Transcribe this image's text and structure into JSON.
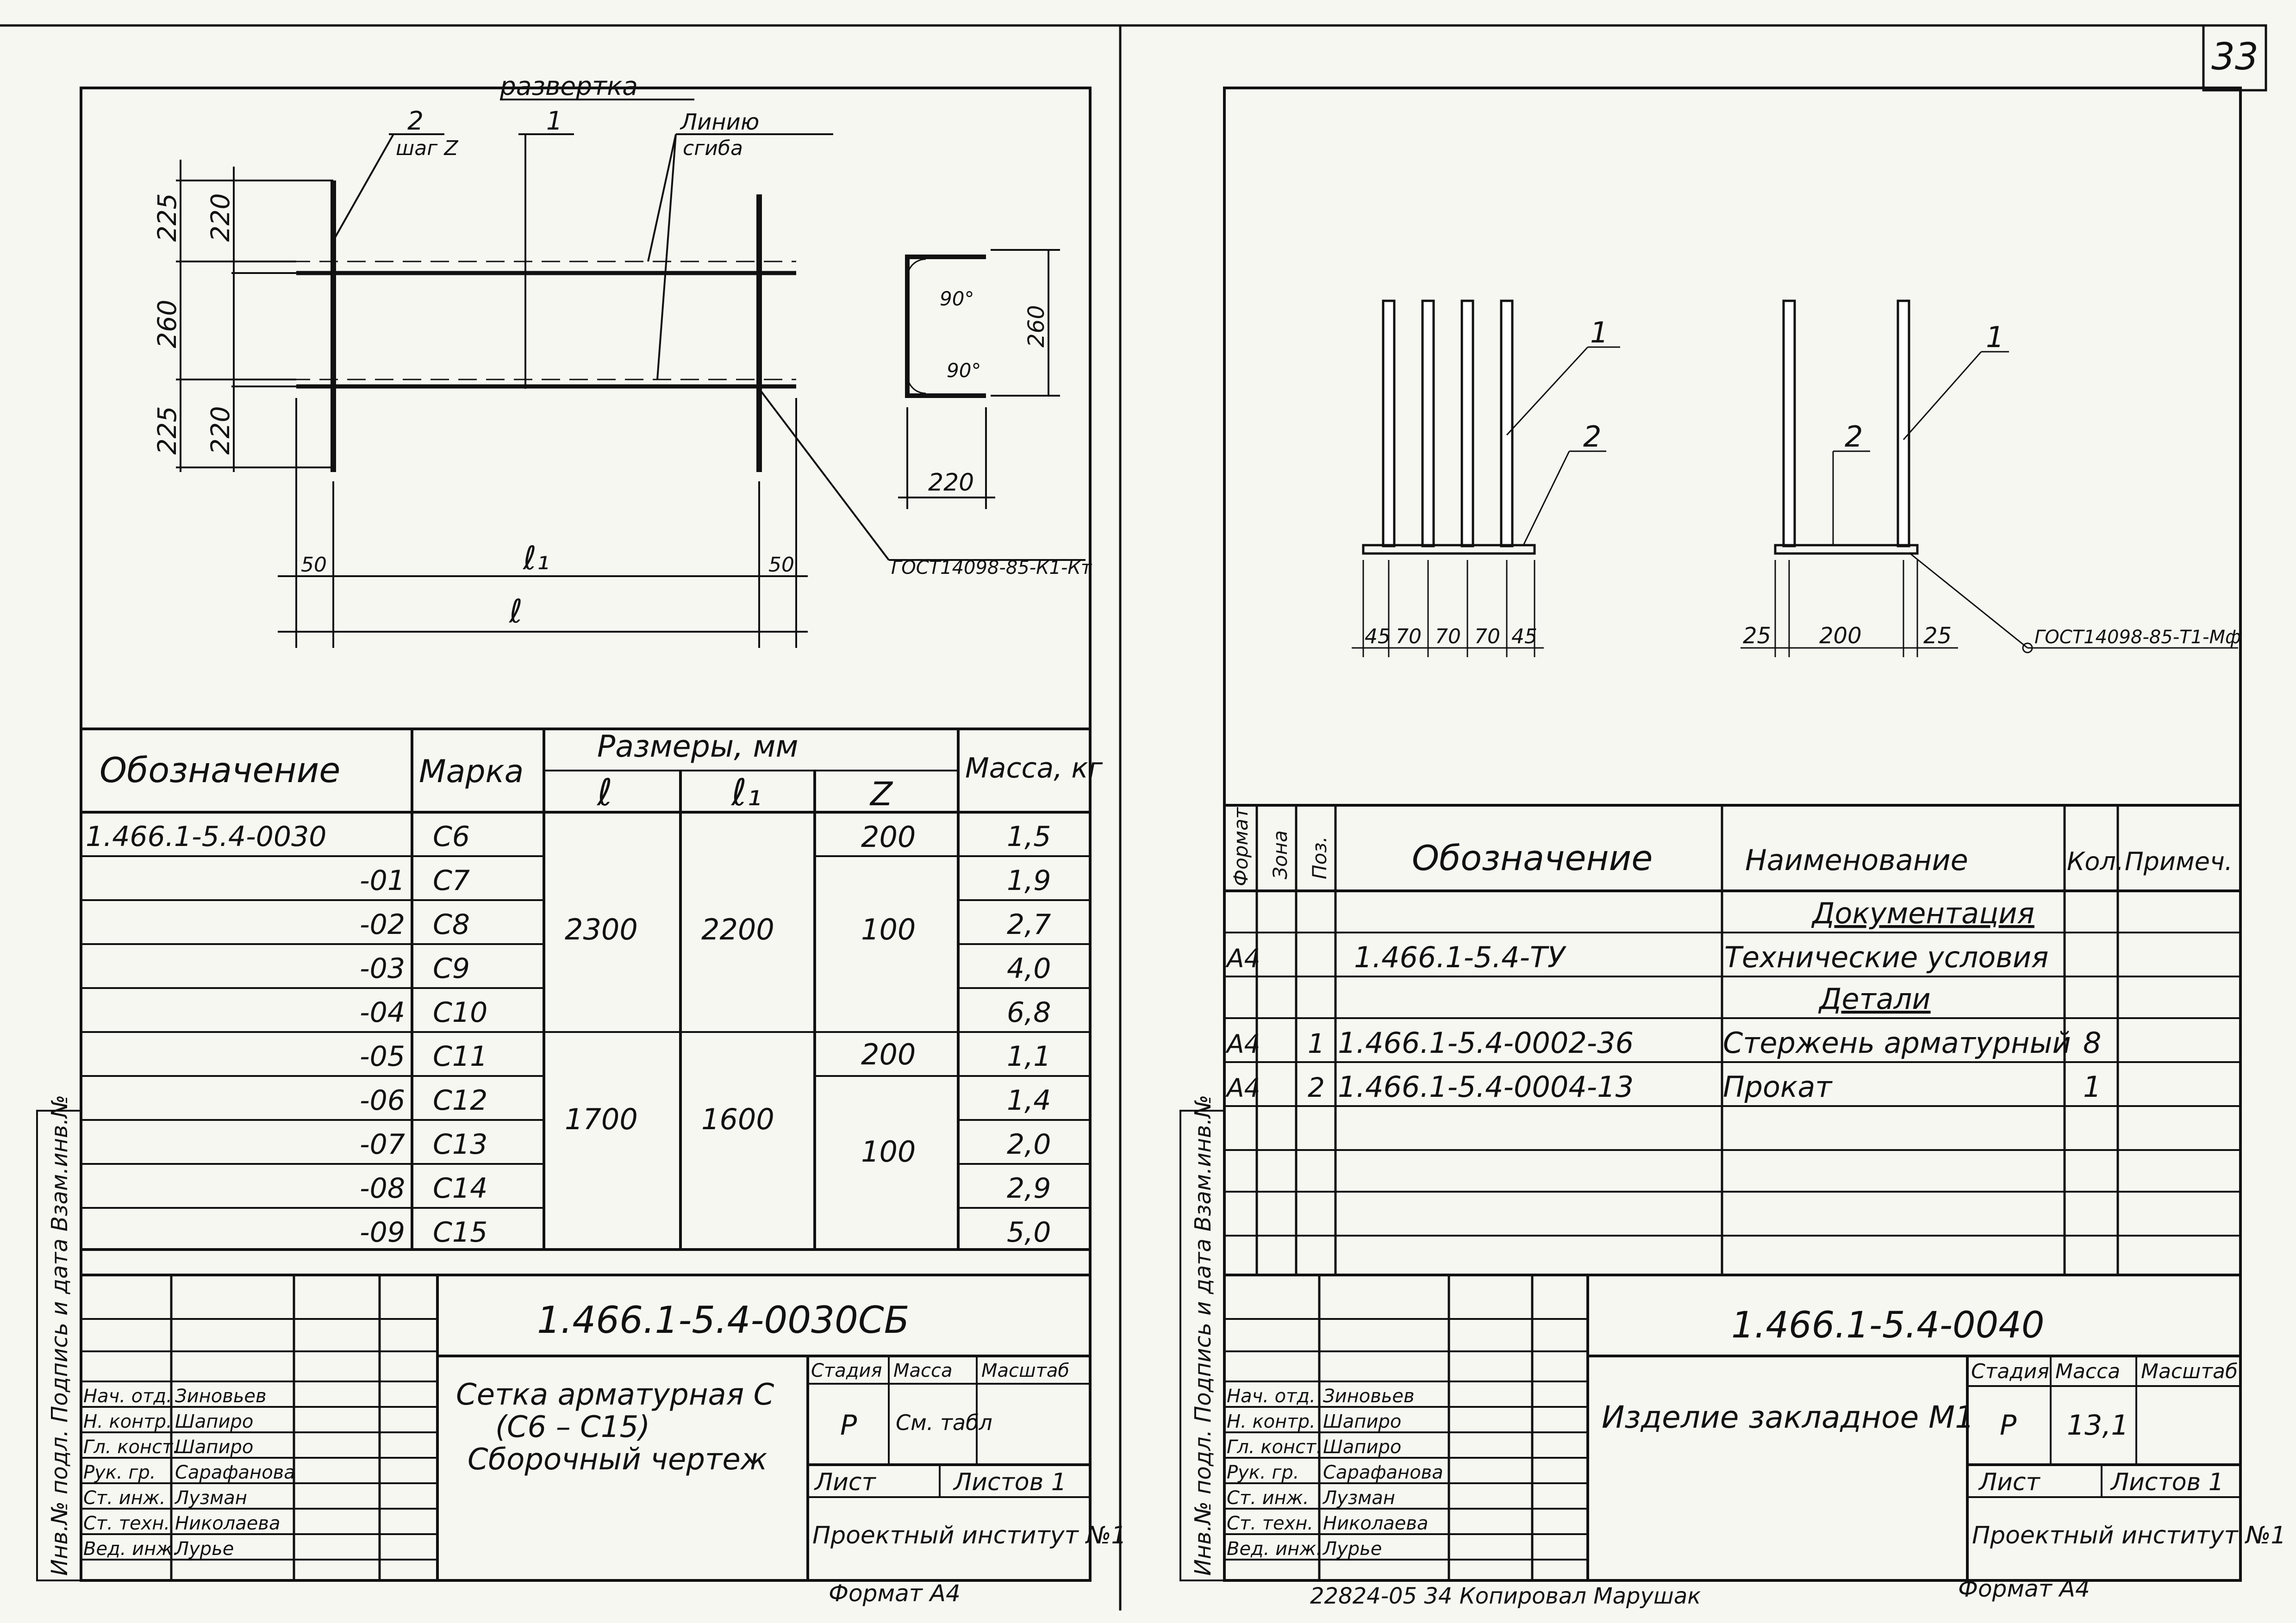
{
  "page_number": "33",
  "left": {
    "drawing": {
      "unfold_label": "развертка",
      "bend_line_label_1": "Линию",
      "bend_line_label_2": "сгиба",
      "pos1": "1",
      "pos2": "2",
      "step_label": "шаг Z",
      "dim_225_top": "225",
      "dim_220_top": "220",
      "dim_260": "260",
      "dim_225_bot": "225",
      "dim_220_bot": "220",
      "dim_50_left": "50",
      "dim_50_right": "50",
      "l1": "ℓ₁",
      "l": "ℓ",
      "weld_gost": "ГОСТ14098-85-К1-Кт",
      "profile_angle_1": "90°",
      "profile_angle_2": "90°",
      "profile_260": "260",
      "profile_220": "220"
    },
    "table": {
      "h_designation": "Обозначение",
      "h_mark": "Марка",
      "h_sizes": "Размеры, мм",
      "h_l": "ℓ",
      "h_l1": "ℓ₁",
      "h_z": "Z",
      "h_mass": "Масса, кг",
      "rows": [
        {
          "designation": "1.466.1-5.4-0030",
          "mark": "С6",
          "mass": "1,5"
        },
        {
          "designation": "-01",
          "mark": "С7",
          "mass": "1,9"
        },
        {
          "designation": "-02",
          "mark": "С8",
          "mass": "2,7"
        },
        {
          "designation": "-03",
          "mark": "С9",
          "mass": "4,0"
        },
        {
          "designation": "-04",
          "mark": "С10",
          "mass": "6,8"
        },
        {
          "designation": "-05",
          "mark": "С11",
          "mass": "1,1"
        },
        {
          "designation": "-06",
          "mark": "С12",
          "mass": "1,4"
        },
        {
          "designation": "-07",
          "mark": "С13",
          "mass": "2,0"
        },
        {
          "designation": "-08",
          "mark": "С14",
          "mass": "2,9"
        },
        {
          "designation": "-09",
          "mark": "С15",
          "mass": "5,0"
        }
      ],
      "group1_l": "2300",
      "group1_l1": "2200",
      "group1_z_a": "200",
      "group1_z_b": "100",
      "group2_l": "1700",
      "group2_l1": "1600",
      "group2_z_a": "200",
      "group2_z_b": "100"
    },
    "stamp": {
      "code": "1.466.1-5.4-0030СБ",
      "title_1": "Сетка арматурная С",
      "title_2": "(С6 – С15)",
      "title_3": "Сборочный чертеж",
      "h_stage": "Стадия",
      "h_mass": "Масса",
      "h_scale": "Масштаб",
      "stage": "Р",
      "mass": "См. табл",
      "sheet": "Лист",
      "sheets": "Листов 1",
      "org": "Проектный институт №1",
      "roles": [
        "Нач. отд.",
        "Н. контр.",
        "Гл. конст.",
        "Рук. гр.",
        "Ст. инж.",
        "Ст. техн.",
        "Вед. инж."
      ],
      "names": [
        "Зиновьев",
        "Шапиро",
        "Шапиро",
        "Сарафанова",
        "Лузман",
        "Николаева",
        "Лурье"
      ]
    },
    "side_margin": "Инв.№ подл. Подпись и дата Взам.инв.№",
    "format": "Формат А4"
  },
  "right": {
    "drawing": {
      "pos1_a": "1",
      "pos2_a": "2",
      "pos1_b": "1",
      "pos2_b": "2",
      "dims_front": [
        "45",
        "70",
        "70",
        "70",
        "45"
      ],
      "dims_side": [
        "25",
        "200",
        "25"
      ],
      "weld_gost": "ГОСТ14098-85-Т1-Мф"
    },
    "spec": {
      "h_format": "Формат",
      "h_zone": "Зона",
      "h_pos": "Поз.",
      "h_designation": "Обозначение",
      "h_name": "Наименование",
      "h_qty": "Кол.",
      "h_note": "Примеч.",
      "section_docs": "Документация",
      "doc_format": "А4",
      "doc_designation": "1.466.1-5.4-ТУ",
      "doc_name": "Технические условия",
      "section_parts": "Детали",
      "parts": [
        {
          "format": "А4",
          "pos": "1",
          "designation": "1.466.1-5.4-0002-36",
          "name": "Стержень арматурный",
          "qty": "8"
        },
        {
          "format": "А4",
          "pos": "2",
          "designation": "1.466.1-5.4-0004-13",
          "name": "Прокат",
          "qty": "1"
        }
      ]
    },
    "stamp": {
      "code": "1.466.1-5.4-0040",
      "title": "Изделие закладное М1",
      "h_stage": "Стадия",
      "h_mass": "Масса",
      "h_scale": "Масштаб",
      "stage": "Р",
      "mass": "13,1",
      "sheet": "Лист",
      "sheets": "Листов 1",
      "org": "Проектный институт №1",
      "roles": [
        "Нач. отд.",
        "Н. контр.",
        "Гл. конст.",
        "Рук. гр.",
        "Ст. инж.",
        "Ст. техн.",
        "Вед. инж."
      ],
      "names": [
        "Зиновьев",
        "Шапиро",
        "Шапиро",
        "Сарафанова",
        "Лузман",
        "Николаева",
        "Лурье"
      ]
    },
    "side_margin": "Инв.№ подл. Подпись и дата Взам.инв.№",
    "footer_copy": "22824-05   34   Копировал   Марушак",
    "format": "Формат А4"
  }
}
